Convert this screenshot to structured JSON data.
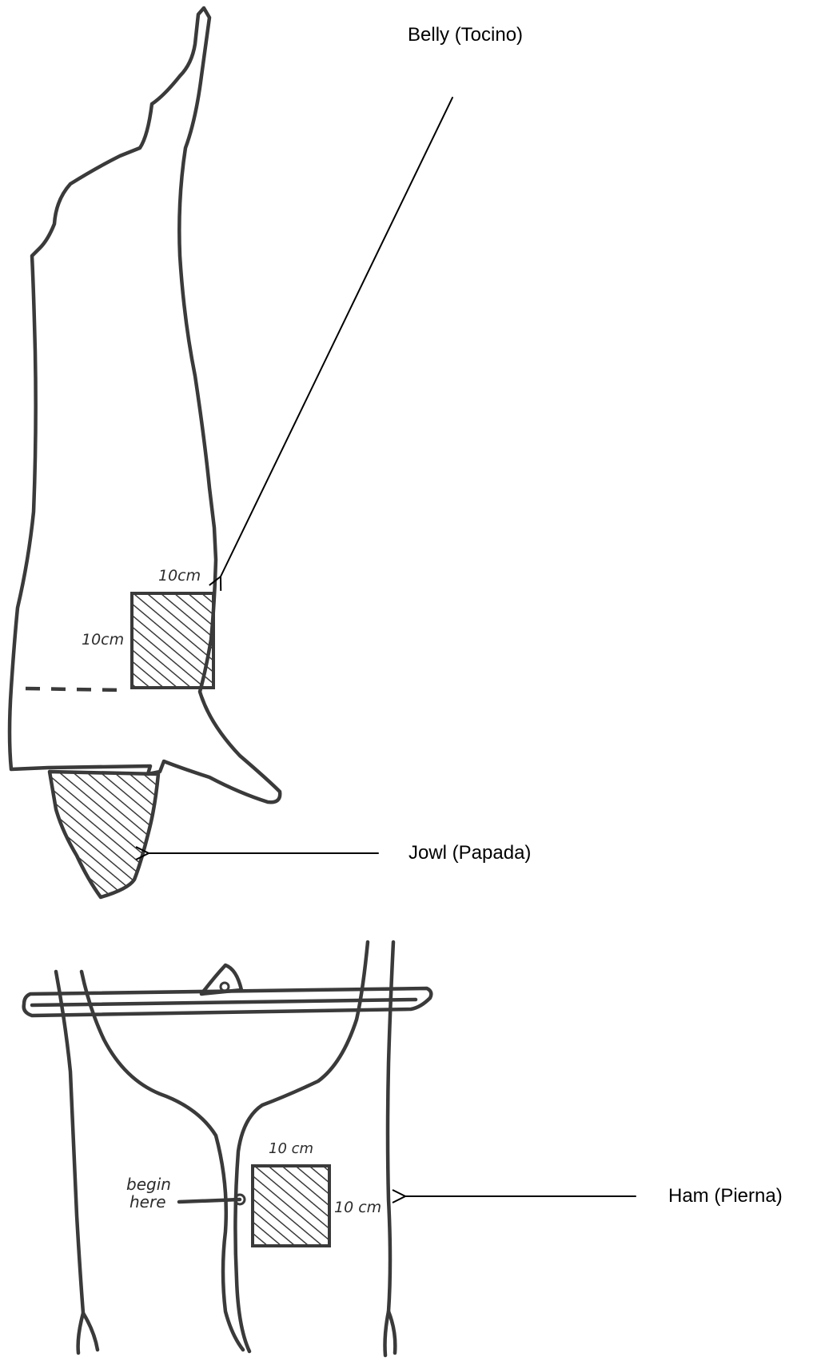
{
  "labels": {
    "belly": "Belly (Tocino)",
    "jowl": "Jowl (Papada)",
    "ham": "Ham (Pierna)"
  },
  "handwritten": {
    "belly_width": "10cm",
    "belly_height": "10cm",
    "ham_width": "10 cm",
    "ham_height": "10 cm",
    "begin": "begin",
    "here": "here"
  },
  "colors": {
    "ink": "#3a3a3a",
    "pointer": "#000000"
  }
}
